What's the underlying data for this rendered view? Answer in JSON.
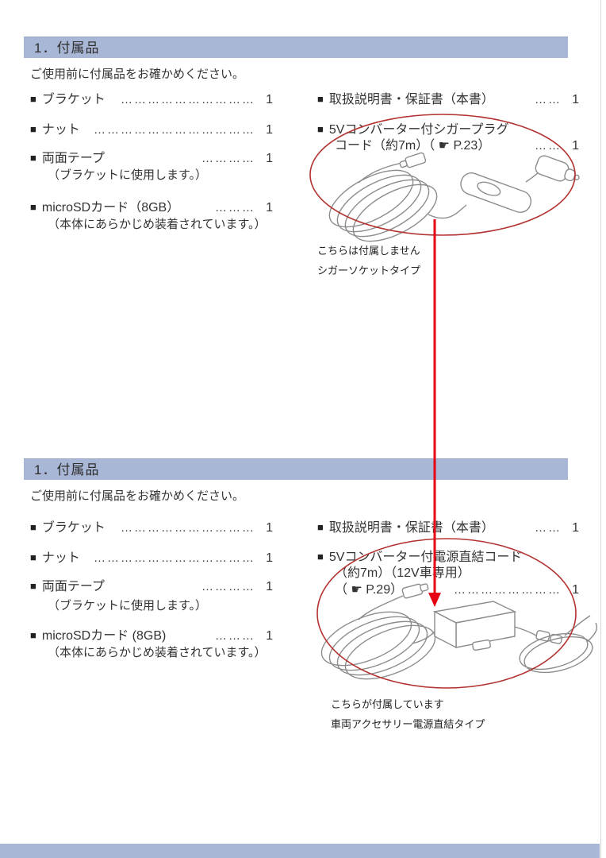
{
  "glyphs": {
    "bullet": "■"
  },
  "colors": {
    "header_bar": "#a9b7d6",
    "header_text": "#2e2e2e",
    "body_text": "#333333",
    "red_ellipse": "#b23230",
    "red_arrow": "#e60012",
    "footer_bar": "#a9b7d6",
    "illustration_stroke": "#8c8c8c"
  },
  "sections": [
    {
      "header": "1．付属品",
      "intro": "ご使用前に付属品をお確かめください。",
      "left_items": [
        {
          "label": "ブラケット",
          "leader": "…………………………",
          "qty": "1"
        },
        {
          "label": "ナット",
          "leader": "………………………………",
          "qty": "1"
        },
        {
          "label": "両面テープ",
          "leader": "…………",
          "qty": "1",
          "note": "（ブラケットに使用します。）"
        },
        {
          "label": "microSDカード（8GB）",
          "leader": "………",
          "qty": "1",
          "note": "（本体にあらかじめ装着されています。）"
        }
      ],
      "right_items": [
        {
          "label": "取扱説明書・保証書（本書）",
          "leader": "……",
          "qty": "1"
        },
        {
          "line1": "5Vコンバーター付シガープラグ",
          "line2": "コード（約7m）（ ☛ P.23）",
          "leader": "……",
          "qty": "1"
        }
      ],
      "annotations": [
        "こちらは付属しません",
        "シガーソケットタイプ"
      ]
    },
    {
      "header": "1．付属品",
      "intro": "ご使用前に付属品をお確かめください。",
      "left_items": [
        {
          "label": "ブラケット",
          "leader": "…………………………",
          "qty": "1"
        },
        {
          "label": "ナット",
          "leader": "………………………………",
          "qty": "1"
        },
        {
          "label": "両面テープ",
          "leader": "…………",
          "qty": "1",
          "note": "（ブラケットに使用します。）"
        },
        {
          "label": "microSDカード (8GB)",
          "leader": "………",
          "qty": "1",
          "note": "（本体にあらかじめ装着されています。）"
        }
      ],
      "right_items": [
        {
          "label": "取扱説明書・保証書（本書）",
          "leader": "……",
          "qty": "1"
        },
        {
          "line1": "5Vコンバーター付電源直結コード",
          "line2": "（約7m）（12V車専用）",
          "line3": "（ ☛ P.29）",
          "leader": "……………………",
          "qty": "1"
        }
      ],
      "annotations": [
        "こちらが付属しています",
        "車両アクセサリー電源直結タイプ"
      ]
    }
  ]
}
